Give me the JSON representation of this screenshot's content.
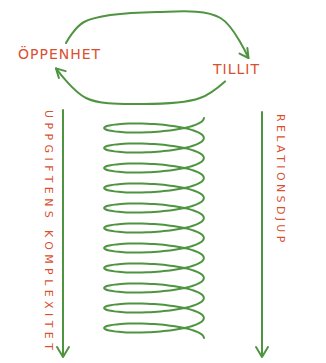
{
  "diagram": {
    "nodes": [
      {
        "text": [
          "ÖPPENHET"
        ]
      },
      {
        "text": [
          "TILLIT"
        ]
      }
    ],
    "edges": [
      {
        "from": 0,
        "to": 1,
        "arrow": "to"
      },
      {
        "from": 1,
        "to": 0,
        "arrow": "to"
      }
    ],
    "labels": [
      "UPPGIFTENS KOMPLEXITET",
      "RELATIONSDJUP"
    ]
  }
}
